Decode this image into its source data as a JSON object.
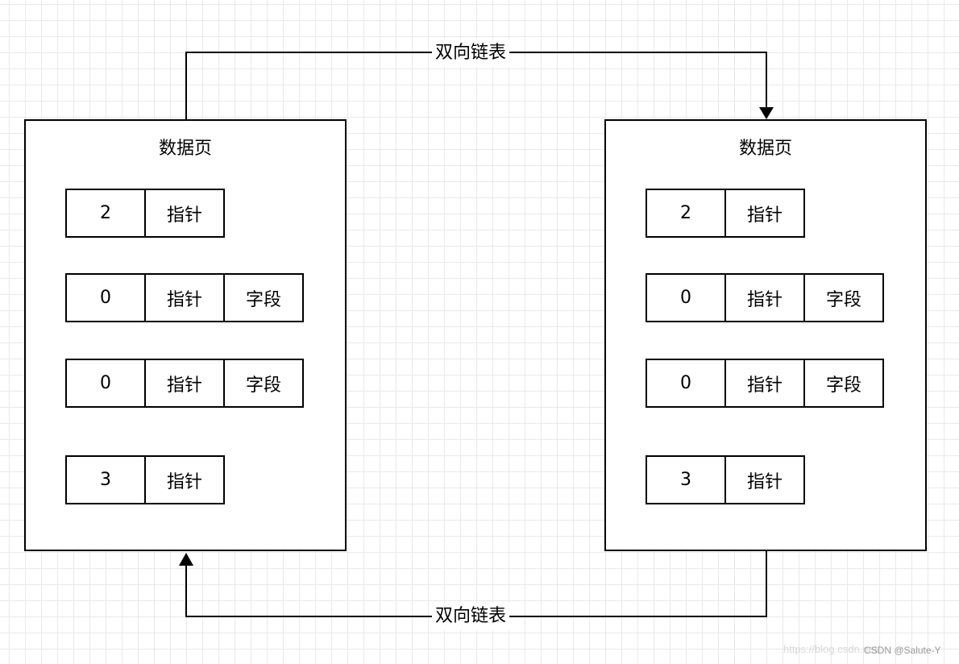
{
  "diagram": {
    "link_label_top": "双向链表",
    "link_label_bottom": "双向链表",
    "pages": [
      {
        "title": "数据页",
        "records": [
          {
            "cells": [
              "2",
              "指针"
            ]
          },
          {
            "cells": [
              "0",
              "指针",
              "字段"
            ]
          },
          {
            "cells": [
              "0",
              "指针",
              "字段"
            ]
          },
          {
            "cells": [
              "3",
              "指针"
            ]
          }
        ]
      },
      {
        "title": "数据页",
        "records": [
          {
            "cells": [
              "2",
              "指针"
            ]
          },
          {
            "cells": [
              "0",
              "指针",
              "字段"
            ]
          },
          {
            "cells": [
              "0",
              "指针",
              "字段"
            ]
          },
          {
            "cells": [
              "3",
              "指针"
            ]
          }
        ]
      }
    ]
  },
  "watermark": {
    "faded_text": "https://blog.csdn.net/",
    "credit": "CSDN @Salute-Y"
  }
}
